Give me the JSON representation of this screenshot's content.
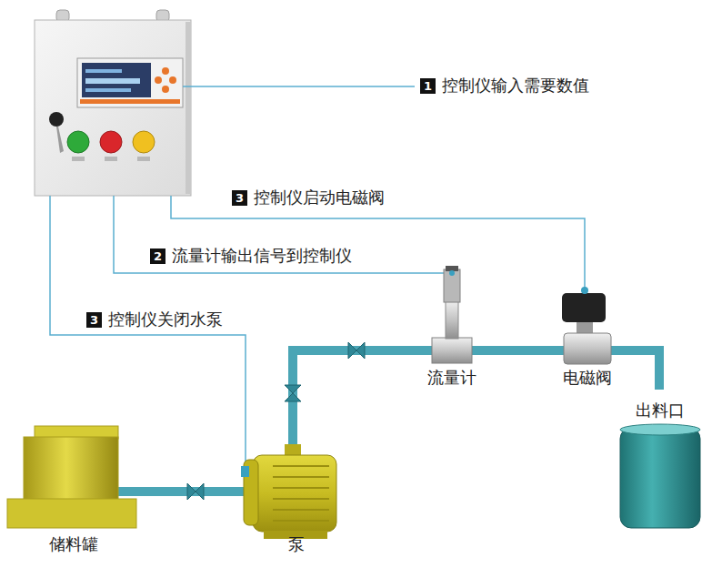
{
  "diagram": {
    "nodes": [
      {
        "text": [
          "流量计"
        ]
      },
      {
        "text": [
          "电磁阀"
        ]
      },
      {
        "text": [
          "出料口"
        ]
      },
      {
        "text": [
          "储料罐"
        ]
      },
      {
        "text": [
          "泵"
        ]
      }
    ],
    "edges": [
      {
        "from": 3,
        "to": 4,
        "arrow": "none"
      },
      {
        "from": 4,
        "to": 0,
        "arrow": "none"
      },
      {
        "from": 0,
        "to": 1,
        "arrow": "none"
      },
      {
        "from": 1,
        "to": 2,
        "arrow": "none"
      }
    ],
    "labels": [
      "1",
      "控制仪输入需要数值",
      "3",
      "控制仪启动电磁阀",
      "2",
      "流量计输出信号到控制仪",
      "3",
      "控制仪关闭水泵"
    ]
  }
}
